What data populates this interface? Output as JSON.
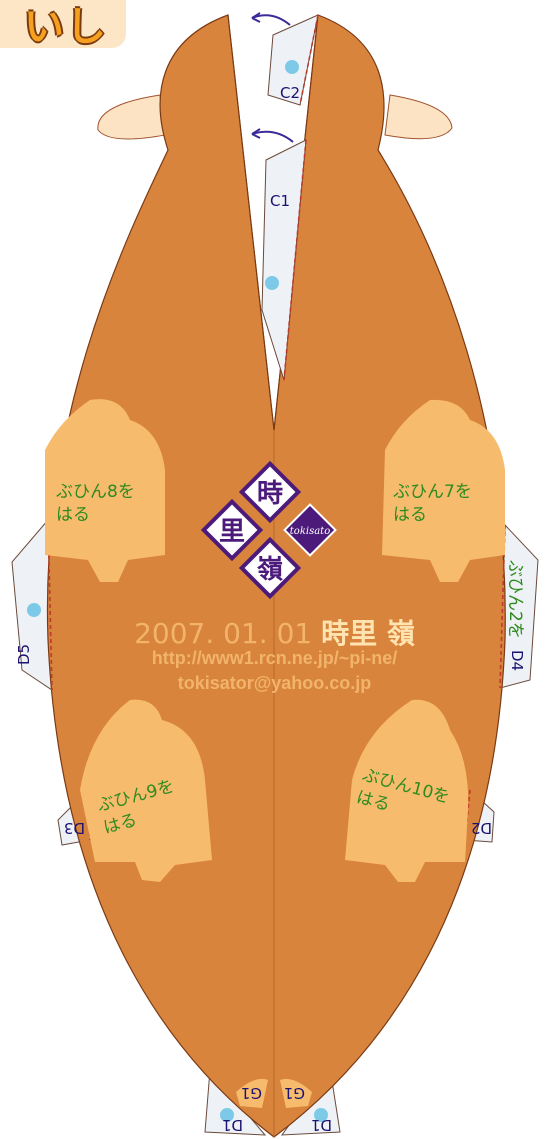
{
  "header": {
    "title_fragment": "いし"
  },
  "seal": {
    "char_top": "時",
    "char_left": "里",
    "char_bottom": "嶺",
    "brand": "tokisato"
  },
  "credit": {
    "date": "2007. 01. 01",
    "author": "時里 嶺",
    "url": "http://www1.rcn.ne.jp/~pi-ne/",
    "email": "tokisator@yahoo.co.jp"
  },
  "parts": {
    "p8_line1": "ぶひん8を",
    "p8_line2": "はる",
    "p7_line1": "ぶひん7を",
    "p7_line2": "はる",
    "p9_line1": "ぶひん9を",
    "p9_line2": "はる",
    "p10_line1": "ぶひん10を",
    "p10_line2": "はる",
    "p2_side": "ぶひん2を"
  },
  "tabs": {
    "c2": "C2",
    "c1": "C1",
    "d5": "D5",
    "d4": "D4",
    "d3": "D3",
    "d2": "D2",
    "d1_left": "D1",
    "d1_right": "D1",
    "g1_left": "G1",
    "g1_right": "G1"
  },
  "colors": {
    "body": "#d8843c",
    "patch": "#f7bb6e",
    "tab": "#eef1f6",
    "cut_line": "#c0392b",
    "dot": "#7dc9e8",
    "seal_purple": "#4b1a7a"
  }
}
